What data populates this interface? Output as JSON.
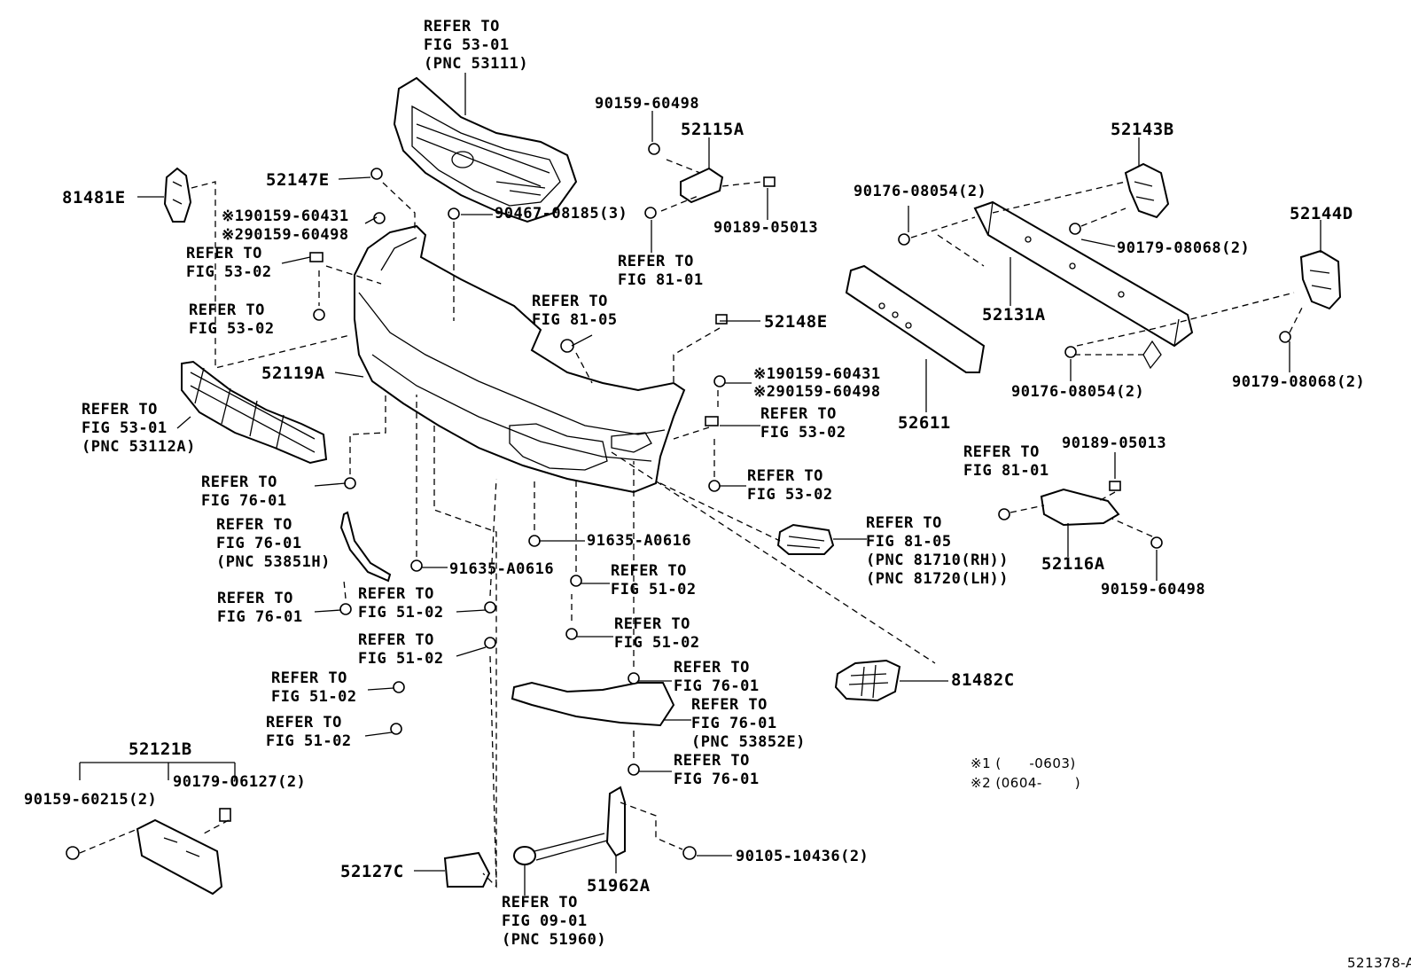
{
  "diagram_id": "521378-A",
  "notes": {
    "n1": "※1 (      -0603)",
    "n2": "※2 (0604-       )"
  },
  "labels": {
    "p81481E": "81481E",
    "grille_ref": "REFER TO\nFIG 53-01\n(PNC 53111)",
    "p52147E": "52147E",
    "bolt_x1": "※190159-60431",
    "bolt_x2": "※290159-60498",
    "ref5302a": "REFER TO\nFIG 53-02",
    "ref5302b": "REFER TO\nFIG 53-02",
    "p90467": "90467-08185(3)",
    "p52119A": "52119A",
    "lower_grille_ref": "REFER TO\nFIG 53-01\n(PNC 53112A)",
    "ref7601a": "REFER TO\nFIG 76-01",
    "moulding_ref": "REFER TO\nFIG 76-01\n(PNC 53851H)",
    "ref7601b": "REFER TO\nFIG 76-01",
    "ref5102a": "REFER TO\nFIG 51-02",
    "ref5102b": "REFER TO\nFIG 51-02",
    "ref5102c": "REFER TO\nFIG 51-02",
    "ref5102d": "REFER TO\nFIG 51-02",
    "p52121B": "52121B",
    "p90179_06127": "90179-06127(2)",
    "p90159_60215": "90159-60215(2)",
    "p52127C": "52127C",
    "tow_ref": "REFER TO\nFIG 09-01\n(PNC 51960)",
    "p51962A": "51962A",
    "p90105": "90105-10436(2)",
    "ref7601c": "REFER TO\nFIG 76-01",
    "moulding2_ref": "REFER TO\nFIG 76-01\n(PNC 53852E)",
    "ref7601d": "REFER TO\nFIG 76-01",
    "ref5102e": "REFER TO\nFIG 51-02",
    "ref5102f": "REFER TO\nFIG 51-02",
    "p91635a": "91635-A0616",
    "p91635b": "91635-A0616",
    "p81482C": "81482C",
    "fog_ref": "REFER TO\nFIG 81-05\n(PNC 81710(RH))\n(PNC 81720(LH))",
    "ref8105": "REFER TO\nFIG 81-05",
    "ref5302c": "REFER TO\nFIG 53-02",
    "ref5302d": "REFER TO\nFIG 53-02",
    "p52148E": "52148E",
    "bolt_x1b": "※190159-60431",
    "bolt_x2b": "※290159-60498",
    "p90159_60498a": "90159-60498",
    "p52115A": "52115A",
    "p90189_05013a": "90189-05013",
    "ref8101a": "REFER TO\nFIG 81-01",
    "p52611": "52611",
    "p52131A": "52131A",
    "p90176a": "90176-08054(2)",
    "p90176b": "90176-08054(2)",
    "p52143B": "52143B",
    "p90179_08068a": "90179-08068(2)",
    "p52144D": "52144D",
    "p90179_08068b": "90179-08068(2)",
    "ref8101b": "REFER TO\nFIG 81-01",
    "p90189_05013b": "90189-05013",
    "p52116A": "52116A",
    "p90159_60498b": "90159-60498"
  }
}
